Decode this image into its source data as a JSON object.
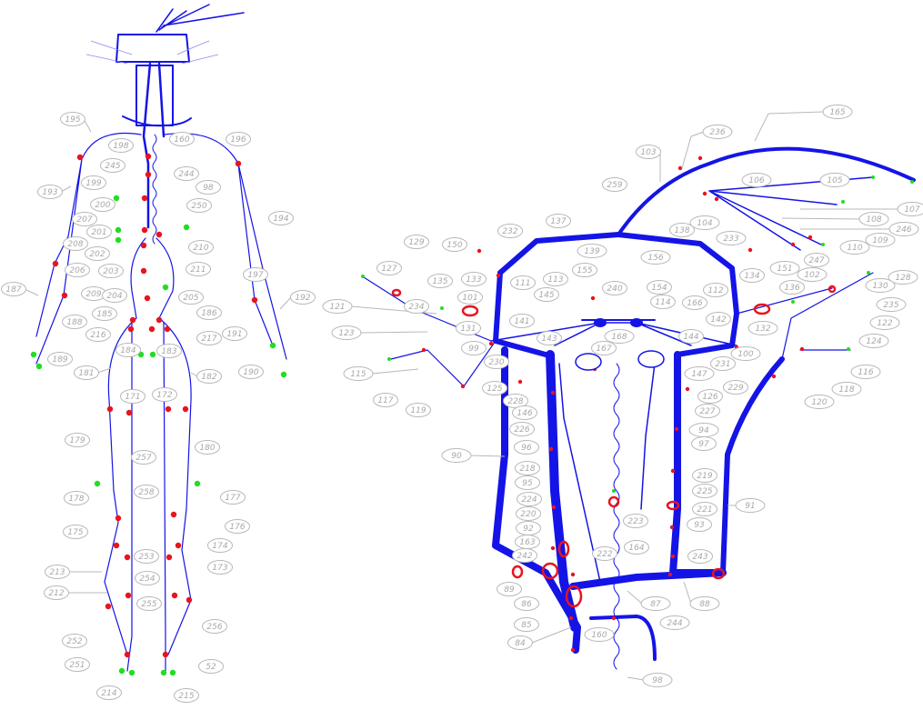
{
  "colors": {
    "vessel": "#1414e6",
    "fine_vessel": "#8a8af0",
    "node_red": "#e8141e",
    "node_green": "#22dd22",
    "label_text": "#a8a8a8",
    "label_ring": "#b8b8b8",
    "ring_red": "#e8141e"
  },
  "labels": {
    "l195": "195",
    "l198": "198",
    "l160a": "160",
    "l196": "196",
    "l245": "245",
    "l244a": "244",
    "l193": "193",
    "l199": "199",
    "l98a": "98",
    "l200": "200",
    "l250": "250",
    "l207": "207",
    "l194": "194",
    "l201": "201",
    "l208": "208",
    "l202": "202",
    "l210": "210",
    "l206": "206",
    "l203": "203",
    "l211": "211",
    "l197": "197",
    "l187": "187",
    "l209": "209",
    "l204": "204",
    "l205": "205",
    "l192": "192",
    "l185": "185",
    "l186": "186",
    "l188": "188",
    "l216": "216",
    "l217": "217",
    "l191": "191",
    "l184": "184",
    "l183": "183",
    "l189": "189",
    "l181": "181",
    "l182": "182",
    "l190": "190",
    "l171": "171",
    "l172": "172",
    "l179": "179",
    "l180": "180",
    "l257": "257",
    "l178": "178",
    "l258": "258",
    "l177": "177",
    "l175": "175",
    "l176": "176",
    "l174": "174",
    "l253": "253",
    "l213": "213",
    "l173": "173",
    "l254": "254",
    "l212": "212",
    "l255": "255",
    "l256": "256",
    "l252": "252",
    "l251": "251",
    "l52": "52",
    "l214": "214",
    "l215": "215",
    "r165": "165",
    "r236": "236",
    "r103": "103",
    "r105": "105",
    "r106": "106",
    "r107": "107",
    "r259": "259",
    "r108": "108",
    "r104": "104",
    "r137": "137",
    "r246": "246",
    "r232": "232",
    "r138": "138",
    "r233": "233",
    "r109": "109",
    "r129": "129",
    "r150": "150",
    "r139": "139",
    "r156": "156",
    "r110": "110",
    "r247": "247",
    "r151": "151",
    "r127": "127",
    "r102": "102",
    "r133": "133",
    "r155": "155",
    "r134": "134",
    "r128": "128",
    "r135": "135",
    "r111": "111",
    "r113": "113",
    "r240": "240",
    "r154": "154",
    "r112": "112",
    "r136": "136",
    "r130": "130",
    "r101": "101",
    "r145": "145",
    "r166": "166",
    "r235": "235",
    "r121": "121",
    "r234": "234",
    "r114": "114",
    "r142": "142",
    "r122": "122",
    "r141": "141",
    "r131": "131",
    "r132": "132",
    "r123": "123",
    "r143": "143",
    "r168": "168",
    "r144": "144",
    "r124": "124",
    "r99": "99",
    "r167": "167",
    "r100": "100",
    "r230": "230",
    "r231": "231",
    "r115": "115",
    "r147": "147",
    "r116": "116",
    "r125": "125",
    "r229": "229",
    "r118": "118",
    "r117": "117",
    "r228": "228",
    "r126": "126",
    "r119": "119",
    "r146": "146",
    "r227": "227",
    "r120": "120",
    "r226": "226",
    "r94": "94",
    "r96": "96",
    "r97": "97",
    "r90": "90",
    "r218": "218",
    "r219": "219",
    "r95": "95",
    "r225": "225",
    "r224": "224",
    "r91": "91",
    "r220": "220",
    "r221": "221",
    "r223": "223",
    "r93": "93",
    "r92": "92",
    "r163": "163",
    "r164": "164",
    "r242": "242",
    "r222": "222",
    "r243": "243",
    "r89": "89",
    "r86": "86",
    "r87": "87",
    "r88": "88",
    "r85": "85",
    "r244": "244",
    "r160": "160",
    "r84": "84",
    "r98": "98"
  }
}
